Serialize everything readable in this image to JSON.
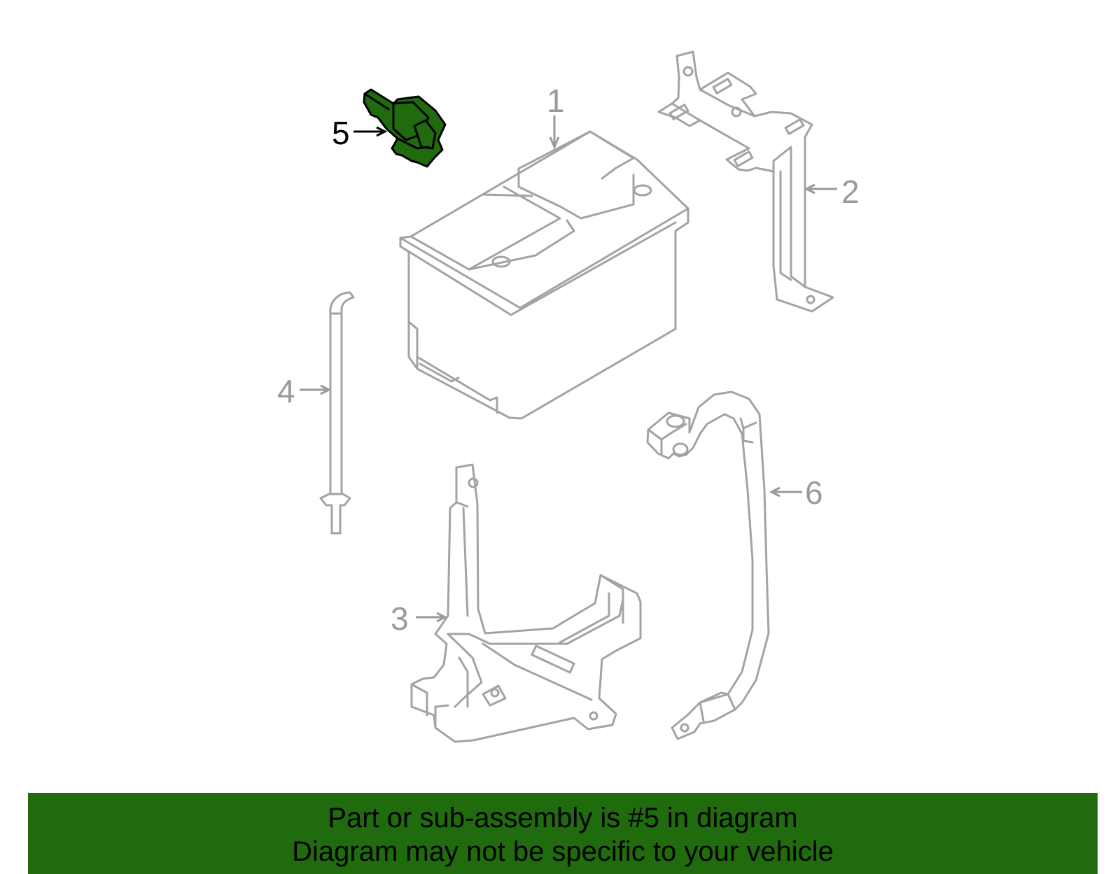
{
  "diagram": {
    "callouts": {
      "c1": "1",
      "c2": "2",
      "c3": "3",
      "c4": "4",
      "c5": "5",
      "c6": "6"
    },
    "highlighted_part": "5",
    "highlight_color": "#1f6b0e",
    "line_color": "#a3a3a3"
  },
  "banner": {
    "line1": "Part or sub-assembly is #5 in diagram",
    "line2": "Diagram may not be specific to your vehicle",
    "background": "#1f6b0e"
  }
}
